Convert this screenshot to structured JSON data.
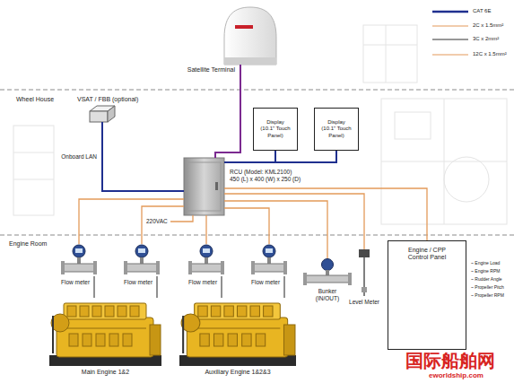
{
  "diagram": {
    "nodes": [
      {
        "text": [
          "Satellite Terminal"
        ]
      },
      {
        "text": [
          "VSAT / FBB (optional)"
        ]
      },
      {
        "text": [
          "Display (10.1\" Touch Panel)"
        ]
      },
      {
        "text": [
          "Display (10.1\" Touch Panel)"
        ]
      },
      {
        "text": [
          "RCU (Model: KML2100)",
          "450 (L) x 400 (W) x 250 (D)"
        ]
      },
      {
        "text": [
          "Flow meter"
        ]
      },
      {
        "text": [
          "Flow meter"
        ]
      },
      {
        "text": [
          "Flow meter"
        ]
      },
      {
        "text": [
          "Flow meter"
        ]
      },
      {
        "text": [
          "Bunker (IN/OUT)"
        ]
      },
      {
        "text": [
          "Level Meter"
        ]
      },
      {
        "text": [
          "Engine / CPP Control Panel"
        ]
      },
      {
        "text": [
          "Main Engine 1&2"
        ]
      },
      {
        "text": [
          "Auxiliary Engine 1&2&3"
        ]
      }
    ],
    "edges": [
      {
        "from": 0,
        "to": 4,
        "arrow": "none"
      },
      {
        "from": 1,
        "to": 4,
        "label": "Onboard LAN",
        "arrow": "none"
      },
      {
        "from": 4,
        "to": 2,
        "arrow": "none"
      },
      {
        "from": 4,
        "to": 3,
        "arrow": "none"
      },
      {
        "from": 4,
        "to": 5,
        "arrow": "none"
      },
      {
        "from": 4,
        "to": 6,
        "arrow": "none"
      },
      {
        "from": 4,
        "to": 7,
        "arrow": "none"
      },
      {
        "from": 4,
        "to": 8,
        "arrow": "none"
      },
      {
        "from": 4,
        "to": 9,
        "arrow": "none"
      },
      {
        "from": 4,
        "to": 10,
        "arrow": "none"
      },
      {
        "from": 4,
        "to": 11,
        "arrow": "none"
      },
      {
        "from": 5,
        "to": 12,
        "arrow": "none"
      },
      {
        "from": 6,
        "to": 12,
        "arrow": "none"
      },
      {
        "from": 7,
        "to": 13,
        "arrow": "none"
      },
      {
        "from": 8,
        "to": 13,
        "arrow": "none"
      }
    ],
    "labels": [
      "Wheel House",
      "Engine Room",
      "220VAC",
      "~ Engine Load",
      "~ Engine RPM",
      "~ Rudder Angle",
      "~ Propeller Pitch",
      "~ Propeller RPM",
      "国际船舶网",
      "eworldship.com"
    ],
    "legend": [
      {
        "text": "CAT 6E"
      },
      {
        "text": "2C x 1.5mm²"
      },
      {
        "text": "3C x 2mm²"
      },
      {
        "text": "12C x 1.5mm²"
      }
    ]
  }
}
